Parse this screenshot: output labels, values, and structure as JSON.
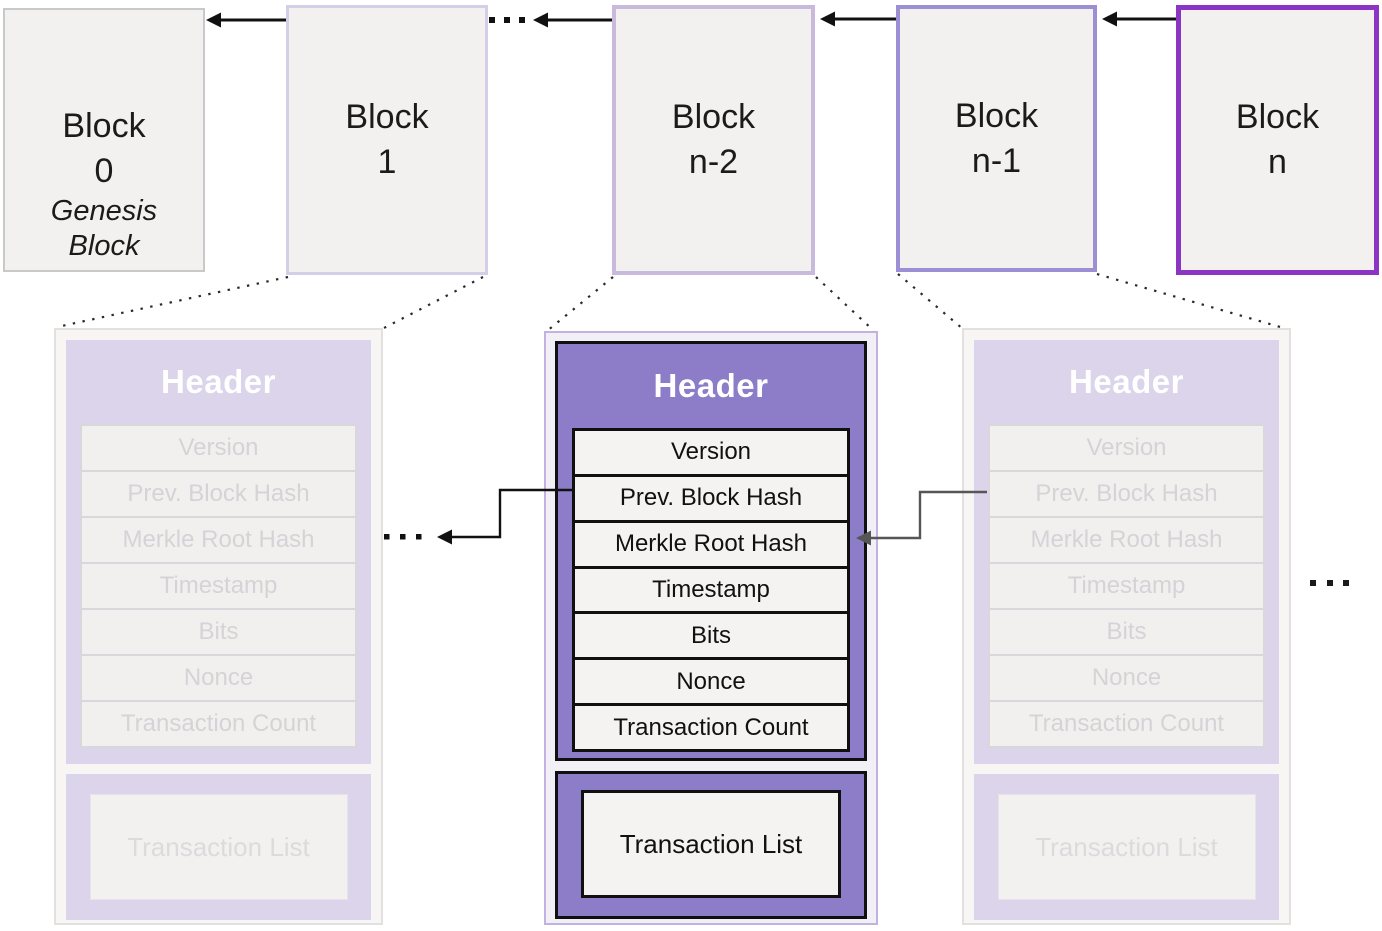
{
  "chain": {
    "blocks": [
      {
        "title": "Block\n0",
        "subtitle": "Genesis\nBlock"
      },
      {
        "title": "Block\n1",
        "subtitle": ""
      },
      {
        "title": "Block\nn-2",
        "subtitle": ""
      },
      {
        "title": "Block\nn-1",
        "subtitle": ""
      },
      {
        "title": "Block\nn",
        "subtitle": ""
      }
    ]
  },
  "detail": {
    "header_title": "Header",
    "fields": [
      "Version",
      "Prev. Block Hash",
      "Merkle Root Hash",
      "Timestamp",
      "Bits",
      "Nonce",
      "Transaction Count"
    ],
    "transaction_list_label": "Transaction List"
  },
  "colors": {
    "active_purple": "#8d7dc8",
    "faded_lavender": "#dbd4ea",
    "block_0_border": "#c9c9c9",
    "block_1_border": "#d5cee9",
    "block_n2_border": "#c9b9dd",
    "block_n1_border": "#9c8fd3",
    "block_n_border": "#8c35c4",
    "arrow_black": "#111111",
    "arrow_gray": "#565656"
  }
}
